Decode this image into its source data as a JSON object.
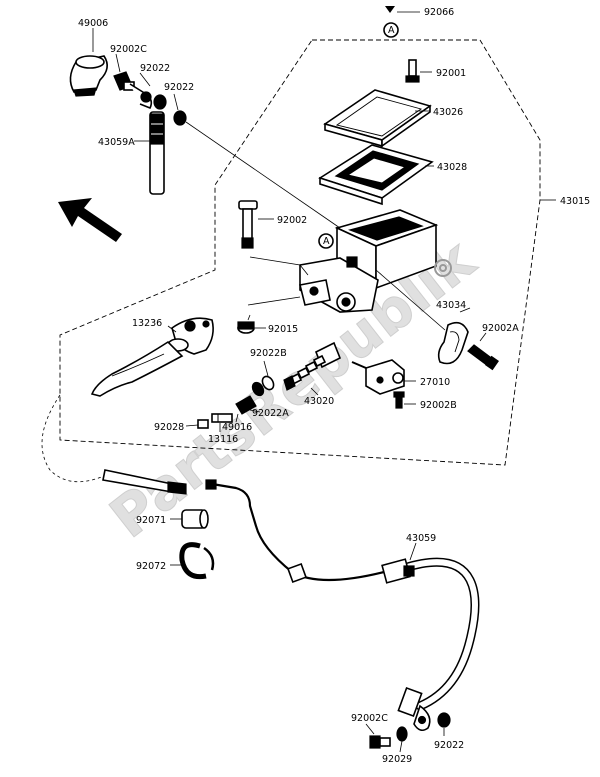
{
  "diagram": {
    "watermark": "PartsRepublik",
    "markers": {
      "ref_a": "A"
    },
    "part_labels": {
      "p49006": "49006",
      "p92002c_top": "92002C",
      "p92022_a": "92022",
      "p92022_b": "92022",
      "p43059a": "43059A",
      "p92066": "92066",
      "p92001": "92001",
      "p43026": "43026",
      "p43028": "43028",
      "p43015": "43015",
      "p92002": "92002",
      "p13236": "13236",
      "p92015": "92015",
      "p43034": "43034",
      "p92002a": "92002A",
      "p92022b": "92022B",
      "p27010": "27010",
      "p43020": "43020",
      "p92022a": "92022A",
      "p92002b": "92002B",
      "p92028": "92028",
      "p13116": "13116",
      "p49016": "49016",
      "p92071": "92071",
      "p92072": "92072",
      "p43059": "43059",
      "p92002c_bot": "92002C",
      "p92029": "92029",
      "p92022_c": "92022"
    }
  }
}
